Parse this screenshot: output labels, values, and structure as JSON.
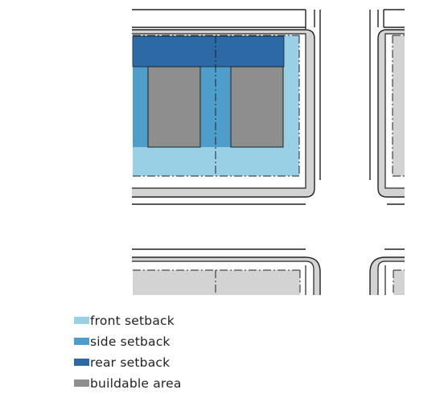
{
  "colors": {
    "front_setback": "#99d0e6",
    "side_setback": "#4d9ecb",
    "rear_setback": "#2d6aa5",
    "buildable_area": "#8e8e8e",
    "block_fill": "#d3d3d3",
    "street_line": "#222222"
  },
  "legend": {
    "items": [
      {
        "label": "front setback",
        "color": "#99d0e6"
      },
      {
        "label": "side setback",
        "color": "#4d9ecb"
      },
      {
        "label": "rear setback",
        "color": "#2d6aa5"
      },
      {
        "label": "buildable area",
        "color": "#8e8e8e"
      }
    ]
  }
}
